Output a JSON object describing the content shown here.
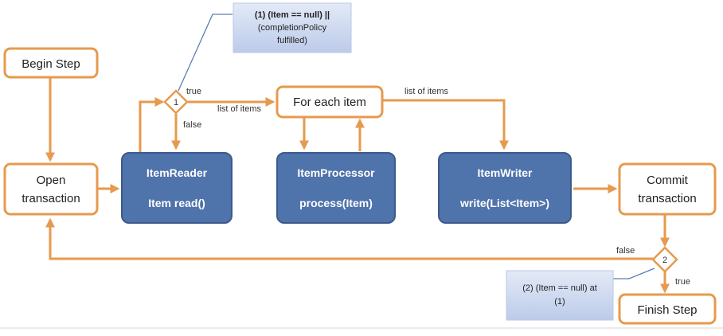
{
  "nodes": {
    "begin_step": "Begin Step",
    "open_transaction": [
      "Open",
      "transaction"
    ],
    "item_reader": [
      "ItemReader",
      "Item read()"
    ],
    "for_each_item": "For each item",
    "item_processor": [
      "ItemProcessor",
      "process(Item)"
    ],
    "item_writer": [
      "ItemWriter",
      "write(List<Item>)"
    ],
    "commit_transaction": [
      "Commit",
      "transaction"
    ],
    "finish_step": "Finish Step"
  },
  "decisions": {
    "d1": "1",
    "d2": "2"
  },
  "edge_labels": {
    "d1_true": "true",
    "d1_false": "false",
    "list_of_items_in": "list of items",
    "list_of_items_out": "list of items",
    "d2_false": "false",
    "d2_true": "true"
  },
  "notes": {
    "note1": [
      "(1) (Item == null) ||",
      "(completionPolicy",
      "fulfilled)"
    ],
    "note2": [
      "(2) (Item == null) at",
      "(1)"
    ]
  },
  "colors": {
    "flow_orange": "#E69A4E",
    "component_blue": "#4F73AB",
    "note_blue": "#C9D6EE"
  }
}
